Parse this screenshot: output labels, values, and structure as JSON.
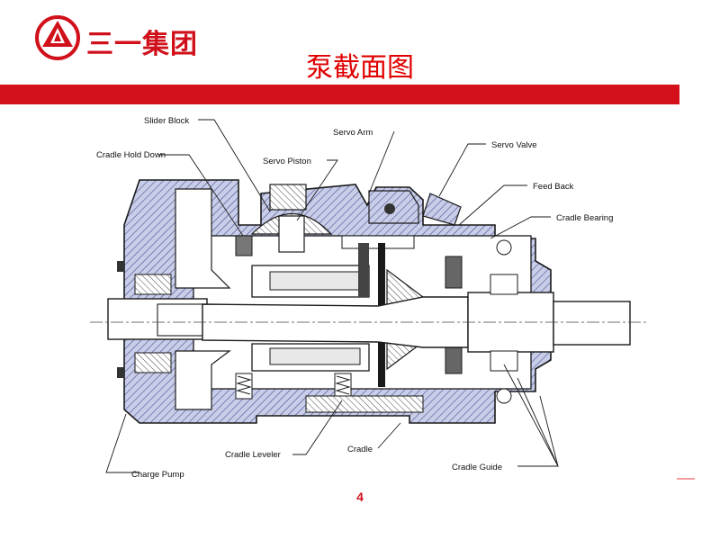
{
  "header": {
    "company_name": "三一集团",
    "slide_title": "泵截面图",
    "brand_color": "#d4101a"
  },
  "diagram": {
    "labels": {
      "slider_block": "Slider Block",
      "servo_arm": "Servo Arm",
      "cradle_hold_down": "Cradle Hold Down",
      "servo_piston": "Servo Piston",
      "servo_valve": "Servo Valve",
      "feed_back": "Feed Back",
      "cradle_bearing": "Cradle Bearing",
      "cradle_leveler": "Cradle Leveler",
      "cradle": "Cradle",
      "charge_pump": "Charge Pump",
      "cradle_guide": "Cradle Guide"
    }
  },
  "footer": {
    "page_number": "4"
  }
}
